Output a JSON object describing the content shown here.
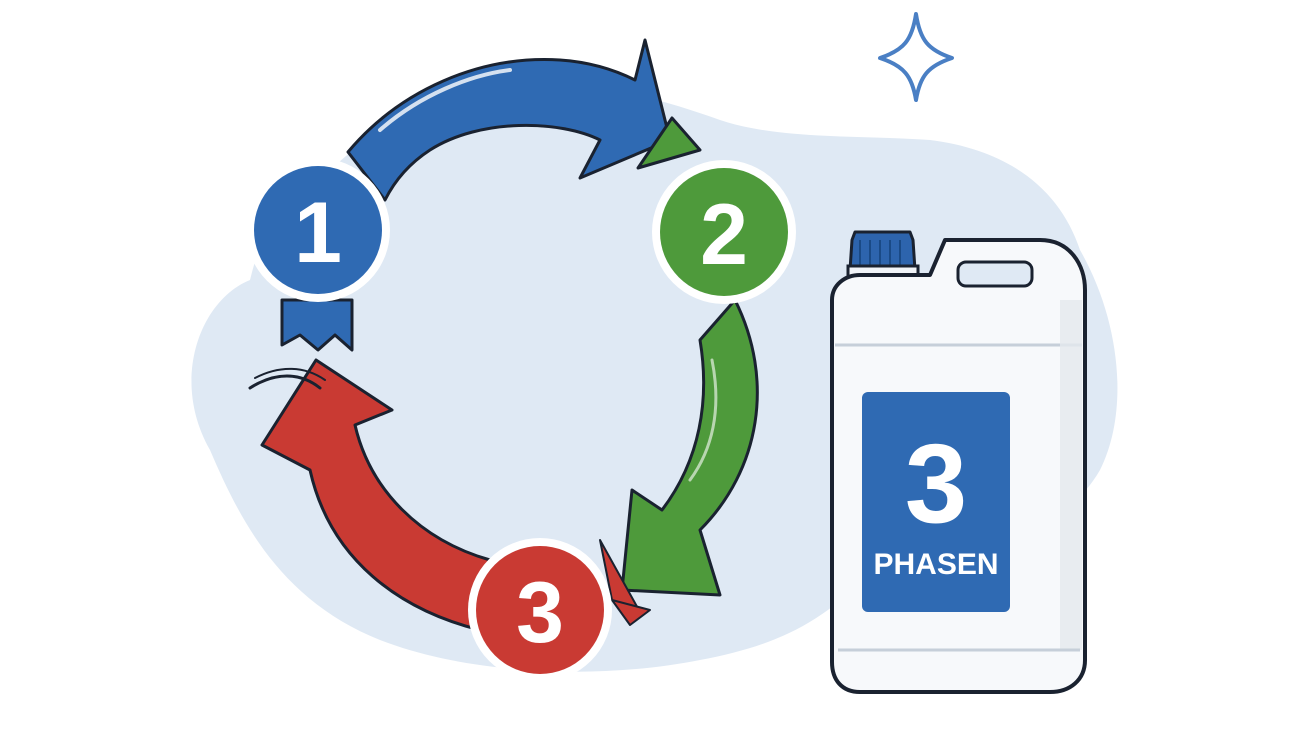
{
  "colors": {
    "background_blob": "#dfe9f4",
    "blue": "#2f6ab3",
    "blue_dark": "#1f4f8e",
    "green": "#4e9a3b",
    "green_dark": "#3a7a2a",
    "red": "#c93a33",
    "red_dark": "#9c2620",
    "outline": "#1a2230",
    "canister_body": "#f7f9fb",
    "canister_shade": "#e3e8ee",
    "cap": "#2d64ad",
    "label_bg": "#2f6ab3",
    "sparkle": "#4a7fc4"
  },
  "cycle": {
    "steps": [
      {
        "number": "1",
        "color": "blue"
      },
      {
        "number": "2",
        "color": "green"
      },
      {
        "number": "3",
        "color": "red"
      }
    ]
  },
  "canister": {
    "label_number": "3",
    "label_word": "PHASEN"
  },
  "icons": {
    "sparkle": "sparkle-icon",
    "canister": "canister-icon"
  }
}
